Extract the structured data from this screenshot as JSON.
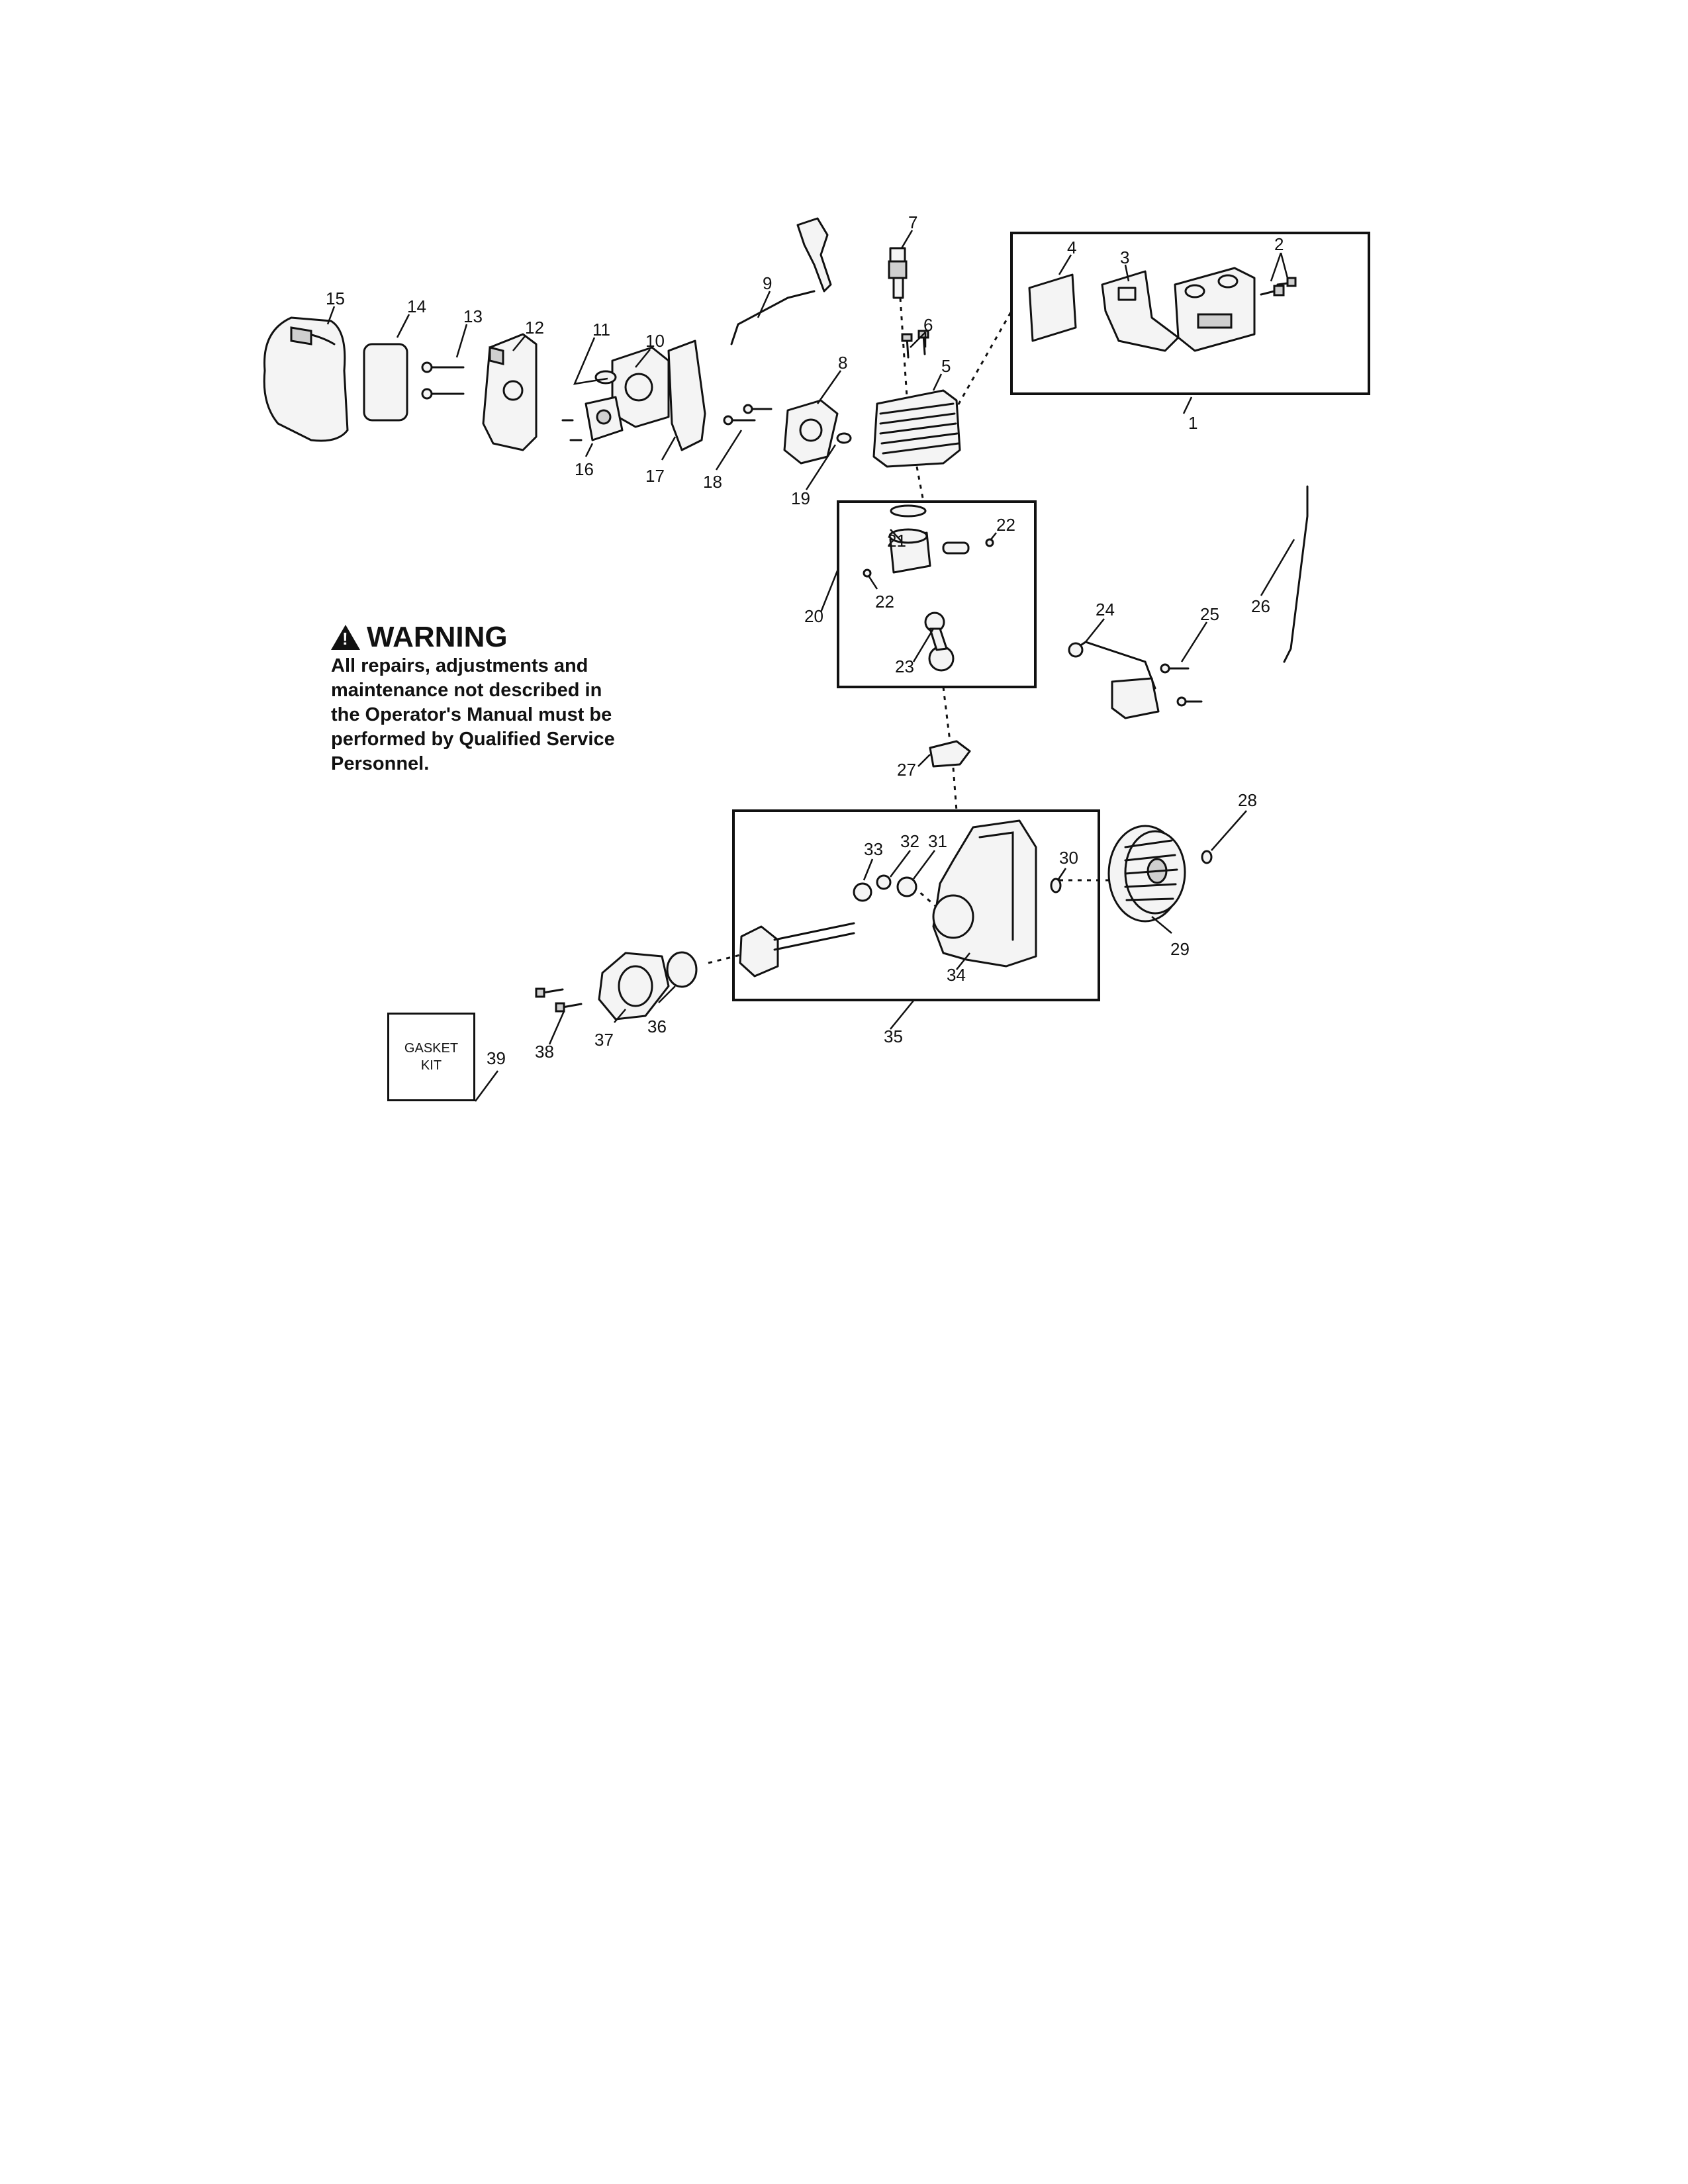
{
  "warning": {
    "title": "WARNING",
    "icon": "warning-triangle-icon",
    "lines": [
      "All repairs, adjustments and",
      "maintenance not described in",
      "the Operator's Manual must be",
      "performed by Qualified Service",
      "Personnel."
    ]
  },
  "gasket_kit": {
    "line1": "GASKET",
    "line2": "KIT"
  },
  "callouts": {
    "c1": "1",
    "c2": "2",
    "c3": "3",
    "c4": "4",
    "c5": "5",
    "c6": "6",
    "c7": "7",
    "c8": "8",
    "c9": "9",
    "c10": "10",
    "c11": "11",
    "c12": "12",
    "c13": "13",
    "c14": "14",
    "c15": "15",
    "c16": "16",
    "c17": "17",
    "c18": "18",
    "c19": "19",
    "c20": "20",
    "c21": "21",
    "c22a": "22",
    "c22b": "22",
    "c23": "23",
    "c24": "24",
    "c25": "25",
    "c26": "26",
    "c27": "27",
    "c28": "28",
    "c29": "29",
    "c30": "30",
    "c31": "31",
    "c32": "32",
    "c33": "33",
    "c34": "34",
    "c35": "35",
    "c36": "36",
    "c37": "37",
    "c38": "38",
    "c39": "39"
  }
}
